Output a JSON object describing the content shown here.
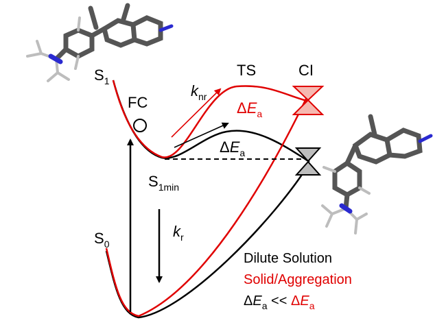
{
  "states": {
    "s1": {
      "main": "S",
      "sub": "1"
    },
    "s0": {
      "main": "S",
      "sub": "0"
    },
    "s1min": {
      "main": "S",
      "sub": "1min"
    },
    "fc": "FC",
    "ts": "TS",
    "ci": "CI"
  },
  "rates": {
    "knr": {
      "main": "k",
      "sub": "nr"
    },
    "kr": {
      "main": "k",
      "sub": "r"
    }
  },
  "barriers": {
    "red": {
      "delta": "Δ",
      "main": "E",
      "sub": "a"
    },
    "black": {
      "delta": "Δ",
      "main": "E",
      "sub": "a"
    }
  },
  "legend": {
    "dilute": "Dilute Solution",
    "solid": "Solid/Aggregation",
    "compare_left": {
      "delta": "Δ",
      "main": "E",
      "sub": "a"
    },
    "compare_op": " << ",
    "compare_right": {
      "delta": "Δ",
      "main": "E",
      "sub": "a"
    }
  },
  "colors": {
    "dilute": "#000000",
    "solid": "#e00000",
    "ci_marker_fill": "#f6b8b0",
    "ci_black_fill": "#bdbdbd"
  }
}
